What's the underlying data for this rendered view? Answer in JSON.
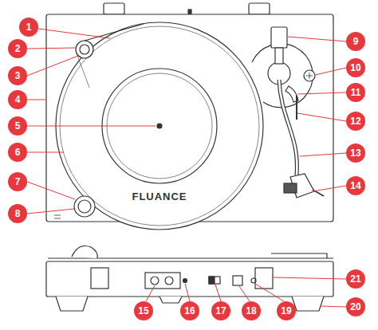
{
  "diagram": {
    "labels": [
      "1",
      "2",
      "3",
      "4",
      "5",
      "6",
      "7",
      "8",
      "9",
      "10",
      "11",
      "12",
      "13",
      "14",
      "15",
      "16",
      "17",
      "18",
      "19",
      "20",
      "21",
      "FLUANCE"
    ]
  }
}
